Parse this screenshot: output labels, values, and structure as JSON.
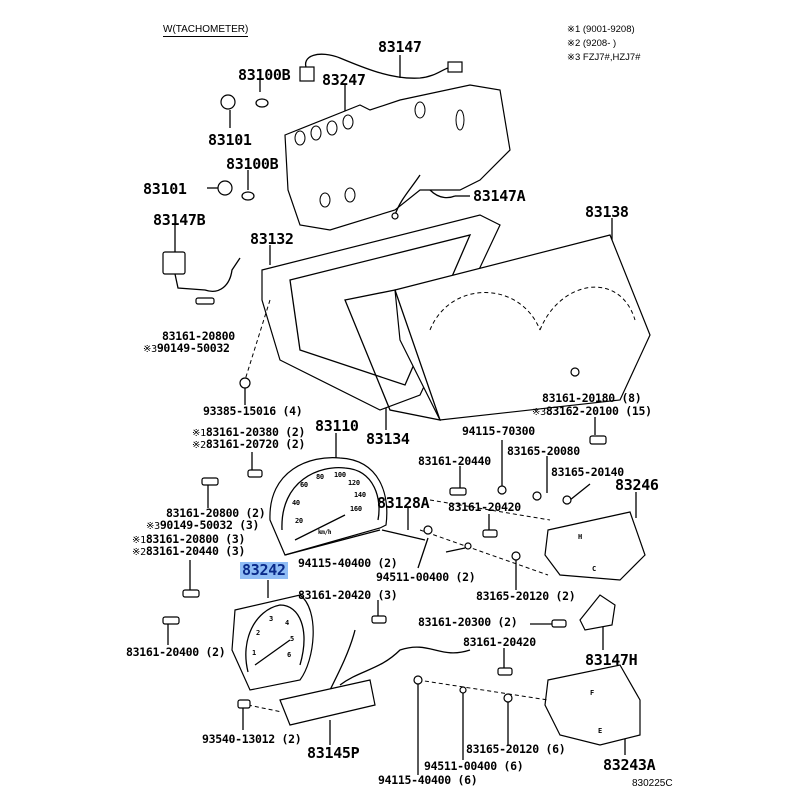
{
  "title": "W(TACHOMETER)",
  "notes": [
    {
      "mark": "※1",
      "text": "(9001-9208)"
    },
    {
      "mark": "※2",
      "text": "(9208-      )"
    },
    {
      "mark": "※3",
      "text": "FZJ7#,HZJ7#"
    }
  ],
  "figure_code": "830225C",
  "highlight_color": "#8fbcf5",
  "labels": {
    "p83147": "83147",
    "p83100b_a": "83100B",
    "p83247": "83247",
    "p83101_a": "83101",
    "p83100b_b": "83100B",
    "p83101_b": "83101",
    "p83147a": "83147A",
    "p83147b": "83147B",
    "p83132": "83132",
    "p83138": "83138",
    "p83161_20800": "83161-20800",
    "p90149_50032": "90149-50032",
    "p90149_50032_mark": "※3",
    "p93385_15016": "93385-15016 (4)",
    "p83161_20180": "83161-20180 (8)",
    "p83162_20100": "83162-20100 (15)",
    "p83162_20100_mark": "※3",
    "p83161_20380": "83161-20380 (2)",
    "p83161_20380_mark": "※1",
    "p83161_20720": "83161-20720 (2)",
    "p83161_20720_mark": "※2",
    "p83110": "83110",
    "p83134": "83134",
    "p94115_70300": "94115-70300",
    "p83161_20440": "83161-20440",
    "p83165_20080": "83165-20080",
    "p83165_20140": "83165-20140",
    "p83246": "83246",
    "p83161_20800_2": "83161-20800 (2)",
    "p90149_50032_3": "90149-50032 (3)",
    "p90149_50032_3_mark": "※3",
    "p83128a": "83128A",
    "p83161_20420": "83161-20420",
    "p83161_20800_3": "83161-20800 (3)",
    "p83161_20800_3_mark": "※1",
    "p83161_20440_3": "83161-20440 (3)",
    "p83161_20440_3_mark": "※2",
    "p83242": "83242",
    "p94115_40400_2": "94115-40400 (2)",
    "p94511_00400_2": "94511-00400 (2)",
    "p83165_20120_2": "83165-20120 (2)",
    "p83161_20420_3": "83161-20420 (3)",
    "p83161_20300": "83161-20300 (2)",
    "p83161_20400": "83161-20400 (2)",
    "p83161_20420_b": "83161-20420",
    "p83147h": "83147H",
    "p93540_13012": "93540-13012 (2)",
    "p83145p": "83145P",
    "p83165_20120_6": "83165-20120 (6)",
    "p94511_00400_6": "94511-00400 (6)",
    "p83243a": "83243A",
    "p94115_40400_6": "94115-40400 (6)"
  },
  "speedometer": {
    "ticks": [
      "20",
      "40",
      "60",
      "80",
      "100",
      "120",
      "140",
      "160"
    ],
    "unit": "km/h"
  },
  "tachometer": {
    "ticks": [
      "1",
      "2",
      "3",
      "4",
      "5",
      "6"
    ]
  },
  "fuel_gauge": {
    "full": "F",
    "empty": "E"
  },
  "temp_gauge": {
    "hot": "H",
    "cold": "C"
  }
}
